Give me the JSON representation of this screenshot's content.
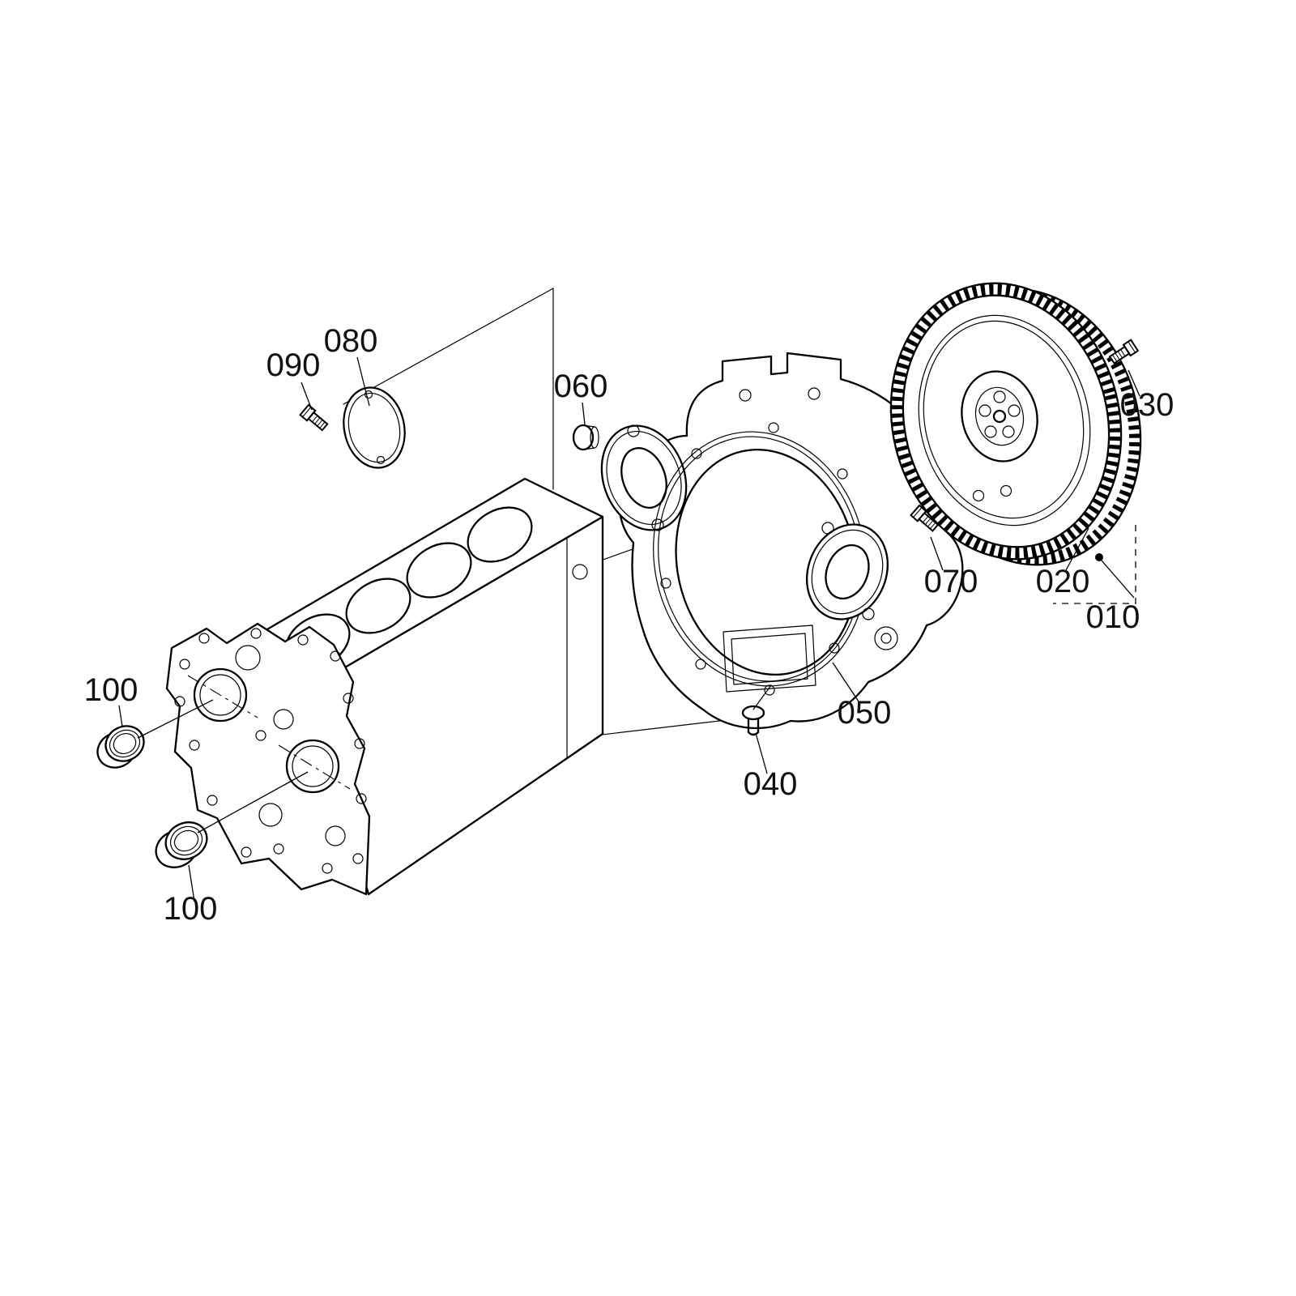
{
  "diagram": {
    "kind": "exploded-parts-diagram",
    "colors": {
      "background": "#ffffff",
      "line": "#000000",
      "text": "#111111"
    },
    "callouts": {
      "c010": {
        "text": "010"
      },
      "c020": {
        "text": "020"
      },
      "c030": {
        "text": "030"
      },
      "c040": {
        "text": "040"
      },
      "c050": {
        "text": "050"
      },
      "c060": {
        "text": "060"
      },
      "c070": {
        "text": "070"
      },
      "c080": {
        "text": "080"
      },
      "c090": {
        "text": "090"
      },
      "c100_front": {
        "text": "100"
      },
      "c100_rear": {
        "text": "100"
      }
    }
  }
}
